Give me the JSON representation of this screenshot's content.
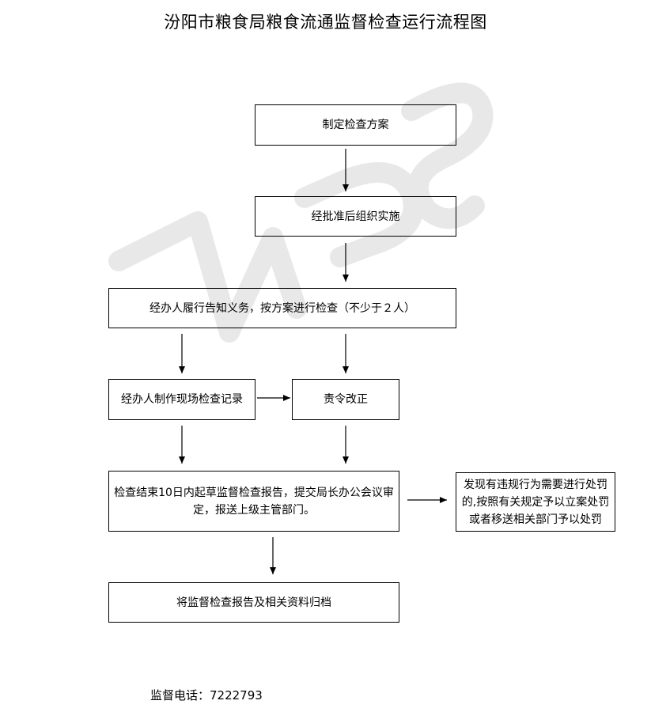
{
  "title": "汾阳市粮食局粮食流通监督检查运行流程图",
  "steps": {
    "plan": "制定检查方案",
    "approve": "经批准后组织实施",
    "inspect": "经办人履行告知义务，按方案进行检查（不少于２人）",
    "record": "经办人制作现场检查记录",
    "rectify": "责令改正",
    "report": "检查结束10日内起草监督检查报告，提交局长办公会议审定，报送上级主管部门。",
    "punish": "发现有违规行为需要进行处罚的,按照有关规定予以立案处罚或者移送相关部门予以处罚",
    "archive": "将监督检查报告及相关资料归档"
  },
  "footer": {
    "phone_text": "监督电话：7222793"
  },
  "colors": {
    "watermark": "#e6e6e6",
    "line": "#000000"
  }
}
